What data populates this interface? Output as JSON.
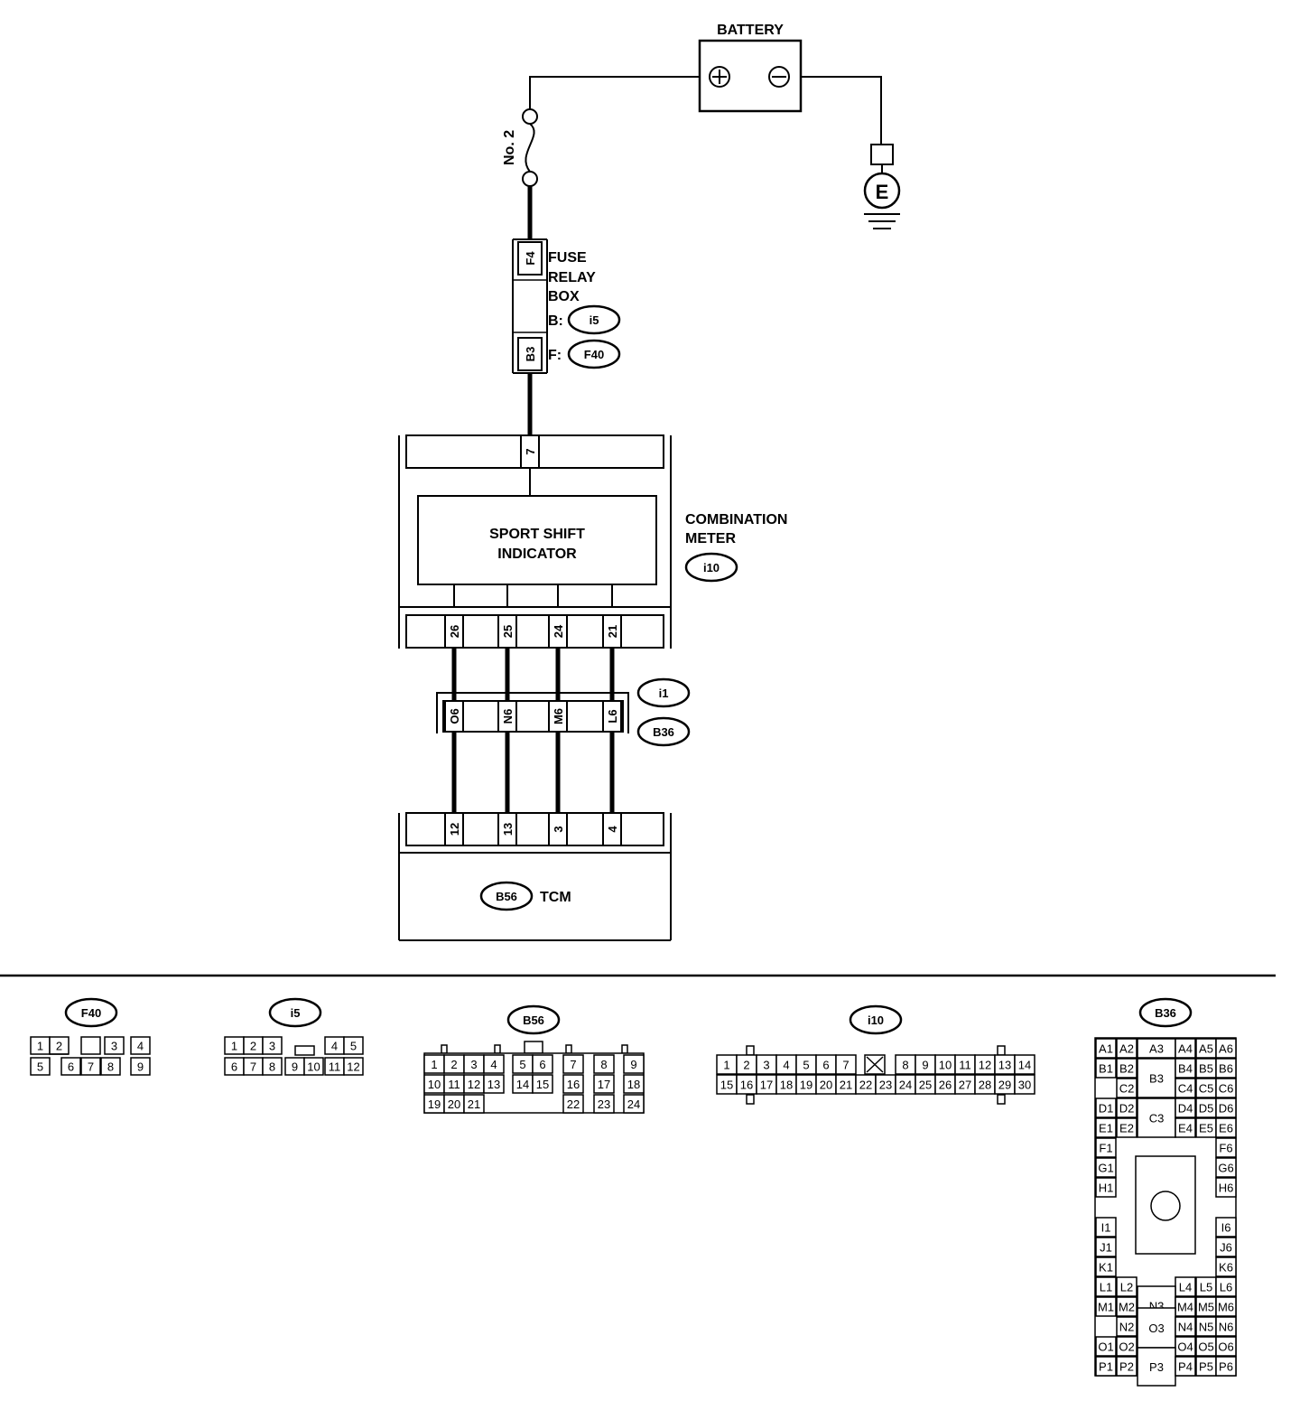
{
  "battery": {
    "label": "BATTERY",
    "plus": "+",
    "minus": "−"
  },
  "fuse": {
    "label": "No. 2"
  },
  "ground": {
    "label": "E"
  },
  "fuse_relay_box": {
    "lines": [
      "FUSE",
      "RELAY",
      "BOX"
    ],
    "pin_top": "F4",
    "pin_bottom": "B3",
    "conn_b_prefix": "B:",
    "conn_b": "i5",
    "conn_f_prefix": "F:",
    "conn_f": "F40"
  },
  "combination_meter": {
    "lines": [
      "COMBINATION",
      "METER"
    ],
    "code": "i10",
    "inner_lines": [
      "SPORT SHIFT",
      "INDICATOR"
    ],
    "pin_top": "7",
    "pins_bottom": [
      "26",
      "25",
      "24",
      "21"
    ]
  },
  "joint_connector": {
    "code_a": "i1",
    "code_b": "B36",
    "pins": [
      "O6",
      "N6",
      "M6",
      "L6"
    ]
  },
  "tcm": {
    "label": "TCM",
    "code": "B56",
    "pins": [
      "12",
      "13",
      "3",
      "4"
    ]
  },
  "connectors": {
    "F40": {
      "title": "F40",
      "row1": [
        "1",
        "2",
        "",
        "3",
        "4"
      ],
      "row2": [
        "5",
        "6",
        "7",
        "8",
        "9"
      ]
    },
    "i5": {
      "title": "i5",
      "row1": [
        "1",
        "2",
        "3",
        "4",
        "5"
      ],
      "row2": [
        "6",
        "7",
        "8",
        "9",
        "10",
        "11",
        "12"
      ]
    },
    "B56": {
      "title": "B56",
      "row1": [
        "1",
        "2",
        "3",
        "4",
        "5",
        "6",
        "7",
        "8",
        "9"
      ],
      "row2": [
        "10",
        "11",
        "12",
        "13",
        "14",
        "15",
        "16",
        "17",
        "18"
      ],
      "row3": [
        "19",
        "20",
        "21",
        "22",
        "23",
        "24"
      ]
    },
    "i10": {
      "title": "i10",
      "row1": [
        "1",
        "2",
        "3",
        "4",
        "5",
        "6",
        "7",
        "",
        "8",
        "9",
        "10",
        "11",
        "12",
        "13",
        "14"
      ],
      "row2": [
        "15",
        "16",
        "17",
        "18",
        "19",
        "20",
        "21",
        "22",
        "23",
        "24",
        "25",
        "26",
        "27",
        "28",
        "29",
        "30"
      ]
    },
    "B36": {
      "title": "B36",
      "rows": [
        [
          "A1",
          "A2",
          "A3",
          "A4",
          "A5",
          "A6"
        ],
        [
          "B1",
          "B2",
          "B3",
          "B4",
          "B5",
          "B6"
        ],
        [
          "C2",
          "C3",
          "C4",
          "C5",
          "C6"
        ],
        [
          "D1",
          "D2",
          "D4",
          "D5",
          "D6"
        ],
        [
          "E1",
          "E2",
          "E4",
          "E5",
          "E6"
        ],
        [
          "F1",
          "F6"
        ],
        [
          "G1",
          "G6"
        ],
        [
          "H1",
          "H6"
        ],
        [
          "I1",
          "I6"
        ],
        [
          "J1",
          "J6"
        ],
        [
          "K1",
          "K6"
        ],
        [
          "L1",
          "L2",
          "L4",
          "L5",
          "L6"
        ],
        [
          "M1",
          "M2",
          "N3",
          "M4",
          "M5",
          "M6"
        ],
        [
          "N2",
          "O3",
          "N4",
          "N5",
          "N6"
        ],
        [
          "O1",
          "O2",
          "O4",
          "O5",
          "O6"
        ],
        [
          "P1",
          "P2",
          "P3",
          "P4",
          "P5",
          "P6"
        ]
      ]
    }
  }
}
